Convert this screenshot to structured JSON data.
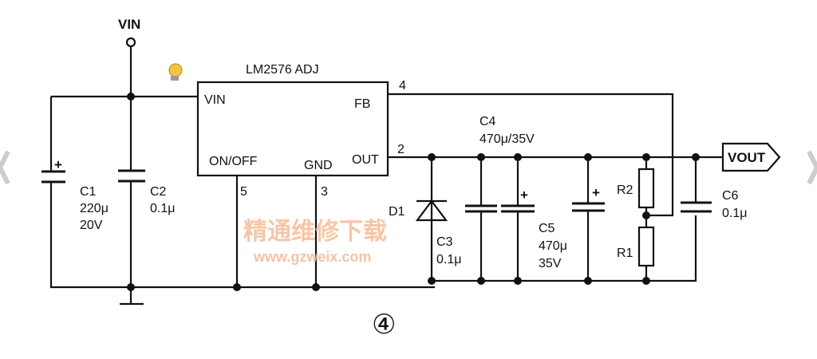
{
  "vin_terminal": "VIN",
  "ic": {
    "name": "LM2576 ADJ",
    "pins": {
      "vin": "VIN",
      "fb": "FB",
      "onoff": "ON/OFF",
      "gnd": "GND",
      "out": "OUT"
    },
    "pin_numbers": {
      "fb": "4",
      "out": "2",
      "onoff": "5",
      "gnd": "3"
    }
  },
  "components": {
    "c1": {
      "ref": "C1",
      "value": "220μ",
      "rating": "20V"
    },
    "c2": {
      "ref": "C2",
      "value": "0.1μ"
    },
    "c3": {
      "ref": "C3",
      "value": "0.1μ"
    },
    "c4": {
      "ref": "C4",
      "value": "470μ/35V"
    },
    "c5": {
      "ref": "C5",
      "value": "470μ",
      "rating": "35V"
    },
    "c6": {
      "ref": "C6",
      "value": "0.1μ"
    },
    "d1": {
      "ref": "D1"
    },
    "r1": {
      "ref": "R1"
    },
    "r2": {
      "ref": "R2"
    }
  },
  "output_label": "VOUT",
  "figure_number": "④",
  "watermark": {
    "text": "精通维修下载",
    "url": "www.gzweix.com"
  }
}
